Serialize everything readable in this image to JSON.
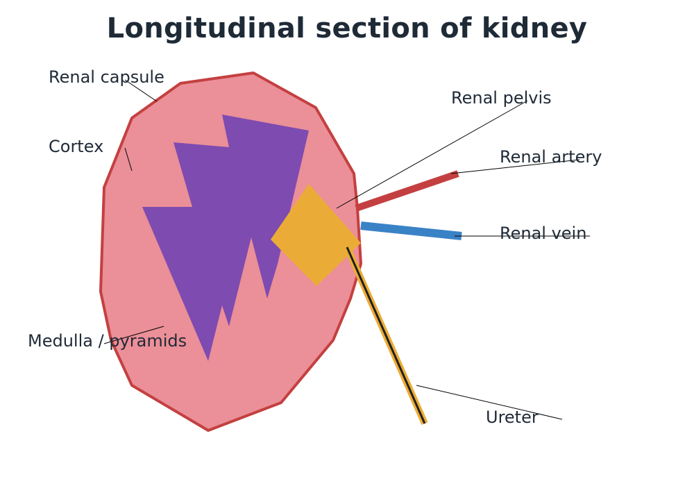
{
  "title": "Longitudinal section of kidney",
  "colors": {
    "capsule_stroke": "#c44040",
    "cortex_fill": "#eb8f98",
    "medulla_fill": "#7e4bb0",
    "pelvis_fill": "#ebac37",
    "artery": "#c44040",
    "vein": "#3a82c6",
    "ureter_outer": "#ebac37",
    "ureter_inner": "#1f1f1f",
    "label_text": "#1f2a37"
  },
  "labels": {
    "renal_capsule": "Renal capsule",
    "cortex": "Cortex",
    "medulla": "Medulla / pyramids",
    "renal_pelvis": "Renal pelvis",
    "renal_artery": "Renal artery",
    "renal_vein": "Renal vein",
    "ureter": "Ureter"
  }
}
